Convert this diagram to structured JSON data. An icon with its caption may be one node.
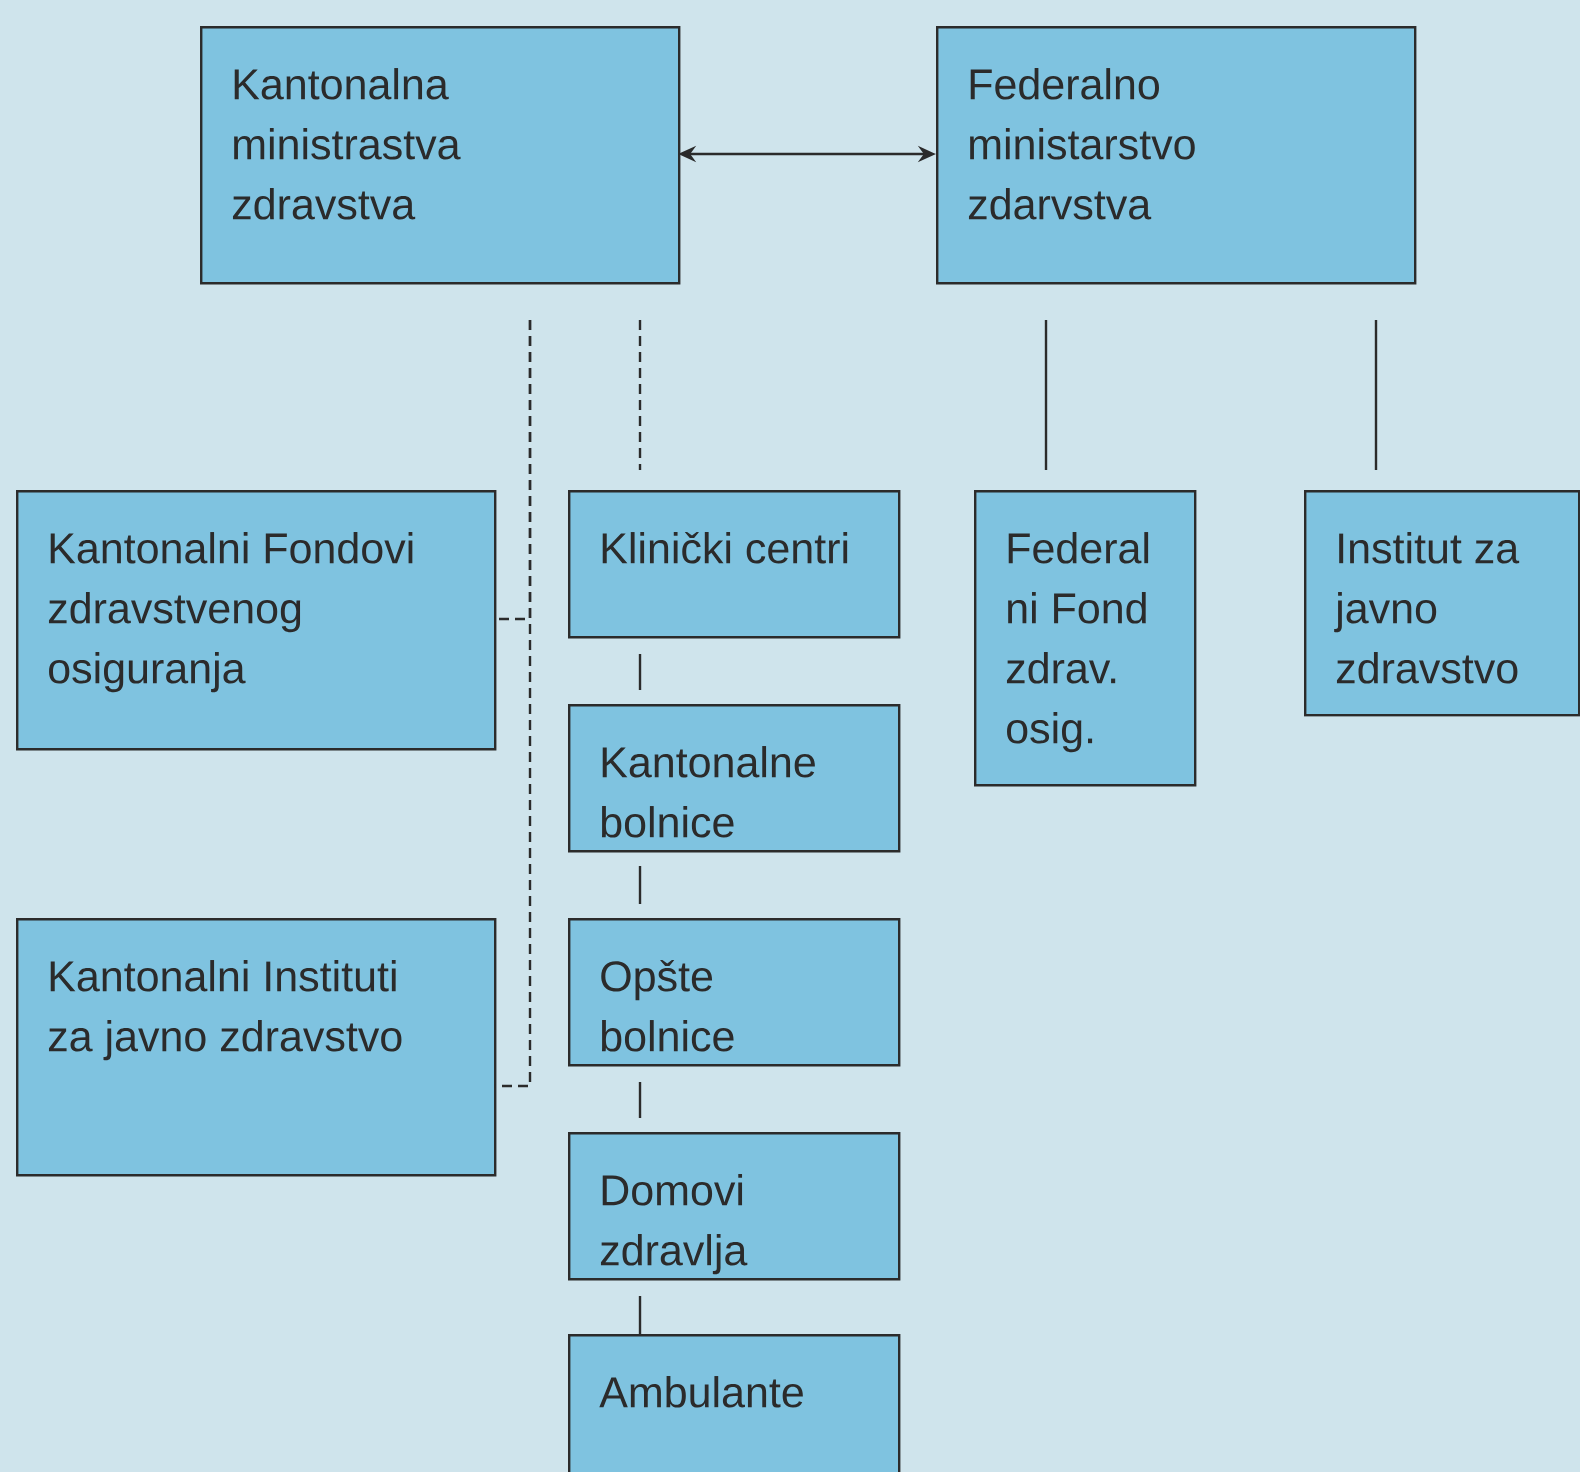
{
  "diagram": {
    "nodes": [
      {
        "text": [
          "Kantonalna ministrastva zdravstva"
        ]
      },
      {
        "text": [
          "Federalno ministarstvo zdarvstva"
        ]
      },
      {
        "text": [
          "Kantonalni Fondovi zdravstvenog osiguranja"
        ]
      },
      {
        "text": [
          "Klinički centri"
        ]
      },
      {
        "text": [
          "Federal ni Fond zdrav. osig."
        ]
      },
      {
        "text": [
          "Institut za javno zdravstvo"
        ]
      },
      {
        "text": [
          "Kantonalne bolnice"
        ]
      },
      {
        "text": [
          "Kantonalni Instituti za javno zdravstvo"
        ]
      },
      {
        "text": [
          "Opšte bolnice"
        ]
      },
      {
        "text": [
          "Domovi zdravlja"
        ]
      },
      {
        "text": [
          "Ambulante"
        ]
      }
    ],
    "edges": [
      {
        "from": 0,
        "to": 1,
        "arrow": "both"
      },
      {
        "from": 0,
        "to": 2,
        "arrow": "none",
        "style": "dashed"
      },
      {
        "from": 0,
        "to": 7,
        "arrow": "none",
        "style": "dashed"
      },
      {
        "from": 0,
        "to": 3,
        "arrow": "none",
        "style": "dashed"
      },
      {
        "from": 1,
        "to": 4,
        "arrow": "none"
      },
      {
        "from": 1,
        "to": 5,
        "arrow": "none"
      },
      {
        "from": 3,
        "to": 6,
        "arrow": "none"
      },
      {
        "from": 6,
        "to": 8,
        "arrow": "none"
      },
      {
        "from": 8,
        "to": 9,
        "arrow": "none"
      },
      {
        "from": 9,
        "to": 10,
        "arrow": "none"
      }
    ]
  }
}
